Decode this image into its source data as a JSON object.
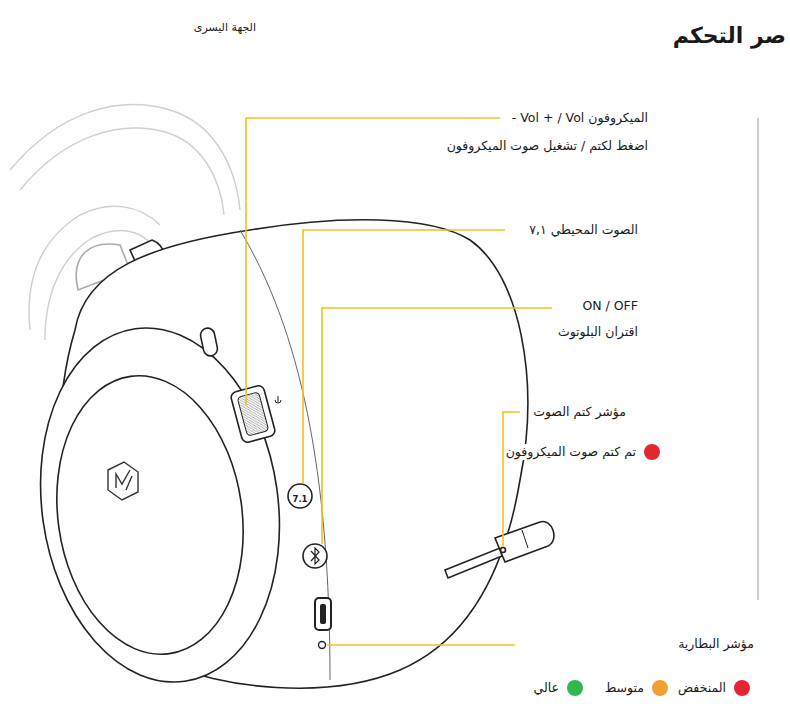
{
  "diagram": {
    "title": "صر التحكم",
    "labels": [
      "الجهة اليسرى",
      "الميكروفون Vol + / Vol -",
      "اضغط لكتم / تشغيل صوت الميكروفون",
      "الصوت المحيطي ٧,١",
      "ON / OFF",
      "اقتران البلوتوث",
      "مؤشر كتم الصوت",
      "مؤشر البطارية",
      "7.1"
    ],
    "legend": [
      {
        "text": "تم كتم صوت الميكروفون",
        "color": "#e3262f"
      },
      {
        "text": "المنخفض",
        "color": "#e3262f"
      },
      {
        "text": "متوسط",
        "color": "#f0a030"
      },
      {
        "text": "عالي",
        "color": "#2fb84c"
      }
    ]
  }
}
